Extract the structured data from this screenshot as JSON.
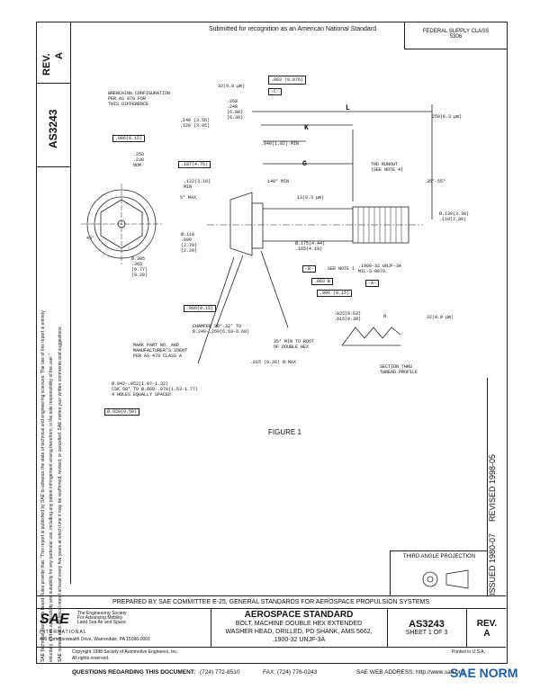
{
  "header": {
    "submitted": "Submitted for recognition as an American National Standard",
    "federal_supply_class_label": "FEDERAL SUPPLY CLASS",
    "federal_supply_class_value": "5306"
  },
  "left_strip": {
    "rev_label": "REV.",
    "rev_value": "A",
    "doc_number": "AS3243",
    "disclaimer_1": "SAE Technical Standards Board Rules provide that: \"This report is published by SAE to advance the state of technical and engineering sciences. The use of this report is entirely",
    "disclaimer_2": "voluntary, and its applicability and suitability for any particular use, including any patent infringement arising therefrom, is the sole responsibility of the user.\"",
    "disclaimer_3": "SAE reviews each technical report at least every five years at which time it may be reaffirmed, revised, or cancelled. SAE invites your written comments and suggestions."
  },
  "drawing": {
    "wrench_config": "WRENCHING CONFIGURATION\nPER AS 870 FOR\nTHIS DIFFERENCE",
    "dim_32_surface": "32(0.8 μm)",
    "fcf_b_top": ".003 (0.076)",
    "dim_c_label": "-C-",
    "dim_288": ".268\n.248",
    "dim_680": "(6.80)\n(6.30)",
    "dim_140": ".140 (3.56)\n.120 (3.05)",
    "dim_l": "L",
    "dim_250_6_3": "250(6.3 μm)",
    "fcf_b_left": ".006(0.15)",
    "dim_k": "K",
    "dim_040": ".040(1.02) MIN",
    "dim_250_230": ".250\n.230\nNOM",
    "dim_187": ".187(4.75)",
    "dim_g": "G",
    "thd_runout": "THD RUNOUT\n(SEE NOTE 4)",
    "dim_122": ".122(3.10)\nMIN",
    "dim_148_min": "148° MIN",
    "dim_35_55": "35°-55°",
    "dim_5_max": "5° MAX",
    "dim_13_8": "13(0.3 μm)",
    "dim_45": "45°",
    "dim_110": "Ø.110\n.090\n(2.79)\n(2.29)",
    "dim_130": "Ø.130(3.30)\n.110(2.80)",
    "dim_175": "Ø.175(4.44)\n.165(4.19)",
    "thread_spec": ".1900-32 UNJF-3A\nMIL-S-8879",
    "dim_365": "Ø.385\n.365\n(9.77)\n(9.28)",
    "datum_b": "-B-",
    "see_note_1": "SEE NOTE 1",
    "fcf_perp": ".003 B",
    "datum_a": "-A-",
    "fcf_a": ".006 (0.15)",
    "fcf_b_bottom": ".006(0.15)",
    "chamfer": "CHAMFER 28°-32° TO\nØ.240-.260(6.10-6.60)",
    "dim_025": ".025(0.63)\n.015(0.38)",
    "dim_r": "R",
    "mark_part": "MARK PART NO. AND\nMANUFACTURER'S IDENT\nPER AS 478 CLASS A",
    "min_root": "35° MIN TO ROOT\nOF DOUBLE HEX",
    "dim_015_r": ".015 (0.38) R MAX",
    "surface_32": "32(0.8 μm)",
    "section_label": "SECTION THRU\nTHREAD PROFILE",
    "holes_spec": "Ø.042-.052(1.07-1.32)\nCSK 90° TO Ø.060-.070(1.53-1.77)\n4 HOLES EQUALLY SPACED",
    "fcf_holes": "Ø.020(0.50)",
    "figure_label": "FIGURE 1"
  },
  "right_strip": {
    "revised": "REVISED 1998-05",
    "issued": "ISSUED 1980-07"
  },
  "projection": {
    "label": "THIRD ANGLE PROJECTION"
  },
  "title_block": {
    "prepared_by": "PREPARED BY SAE COMMITTEE E-25, GENERAL STANDARDS FOR AEROSPACE PROPULSION SYSTEMS",
    "logo": "SAE",
    "logo_tag_1": "The Engineering Society",
    "logo_tag_2": "For Advancing Mobility",
    "logo_tag_3": "Land Sea Air and Space",
    "logo_international": "INTERNATIONAL",
    "address": "400 Commonwealth Drive, Warrendale, PA 15096-0001",
    "title": "AEROSPACE STANDARD",
    "description_1": "BOLT, MACHINE DOUBLE HEX EXTENDED",
    "description_2": "WASHER HEAD, DRILLED, PD SHANK, AMS 5662,",
    "description_3": ".1900-32 UNJF-3A",
    "doc_number": "AS3243",
    "sheet": "SHEET 1 OF 3",
    "rev_label": "REV.",
    "rev_value": "A",
    "copyright_1": "Copyright 1998 Society of Automotive Engineers, Inc.",
    "copyright_2": "All rights reserved.",
    "printed": "Printed in U.S.A."
  },
  "footer": {
    "questions": "QUESTIONS REGARDING THIS DOCUMENT:",
    "phone": "(724) 772-8510",
    "fax": "FAX: (724) 776-0243",
    "web": "SAE WEB ADDRESS: http://www.sae.org",
    "watermark": "SAE NORM"
  }
}
